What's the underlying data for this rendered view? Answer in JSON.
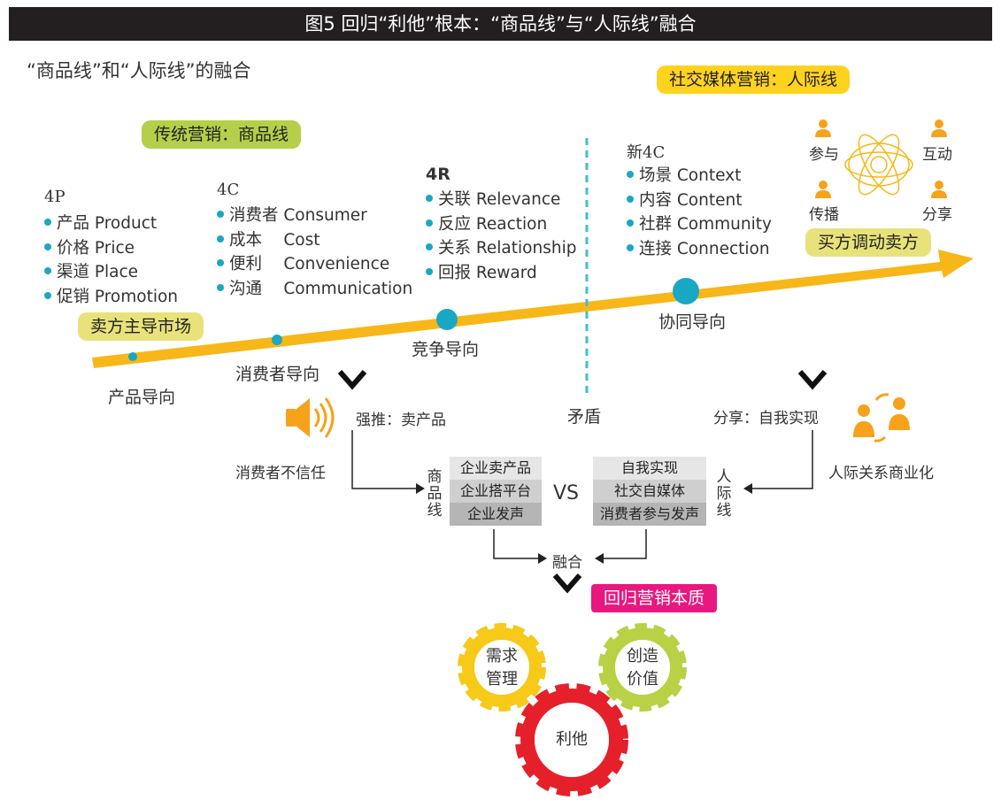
{
  "title": "图5 回归“利他”根本：“商品线”与“人际线”融合",
  "subtitle": "“商品线”和“人际线”的融合",
  "colors": {
    "accent_yellow": "#ffd21e",
    "accent_green": "#b5cf4a",
    "accent_cyan": "#1aa7c4",
    "accent_magenta": "#e9177f",
    "gear_red": "#e5202a"
  },
  "pills": {
    "traditional": "传统营销：商品线",
    "social": "社交媒体营销：人际线",
    "seller_market": "卖方主导市场",
    "buyer_mobilize": "买方调动卖方",
    "return_essence": "回归营销本质"
  },
  "frameworks": {
    "fourP": {
      "header": "4P",
      "items": [
        "产品 Product",
        "价格 Price",
        "渠道 Place",
        "促销 Promotion"
      ]
    },
    "fourC": {
      "header": "4C",
      "items": [
        "消费者 Consumer",
        "成本　 Cost",
        "便利　 Convenience",
        "沟通　 Communication"
      ]
    },
    "fourR": {
      "header": "4R",
      "items": [
        "关联 Relevance",
        "反应 Reaction",
        "关系 Relationship",
        "回报 Reward"
      ]
    },
    "newFourC": {
      "header": "新4C",
      "items": [
        "场景 Context",
        "内容 Content",
        "社群 Community",
        "连接 Connection"
      ]
    }
  },
  "stages": {
    "product": "产品导向",
    "consumer": "消费者导向",
    "competition": "竞争导向",
    "collaboration": "协同导向"
  },
  "contradiction": "矛盾",
  "left_flow": {
    "hard_sell": "强推：卖产品",
    "distrust": "消费者不信任"
  },
  "right_flow": {
    "share": "分享：自我实现",
    "commercialize": "人际关系商业化"
  },
  "social_icons": {
    "participate": "参与",
    "interact": "互动",
    "spread": "传播",
    "share": "分享"
  },
  "product_line": {
    "label": "商品线",
    "rows": [
      "企业卖产品",
      "企业搭平台",
      "企业发声"
    ]
  },
  "people_line": {
    "label": "人际线",
    "rows": [
      "自我实现",
      "社交自媒体",
      "消费者参与发声"
    ]
  },
  "vs": "VS",
  "fusion": "融合",
  "gears": {
    "demand": "需求管理",
    "create": "创造价值",
    "altruism": "利他"
  }
}
